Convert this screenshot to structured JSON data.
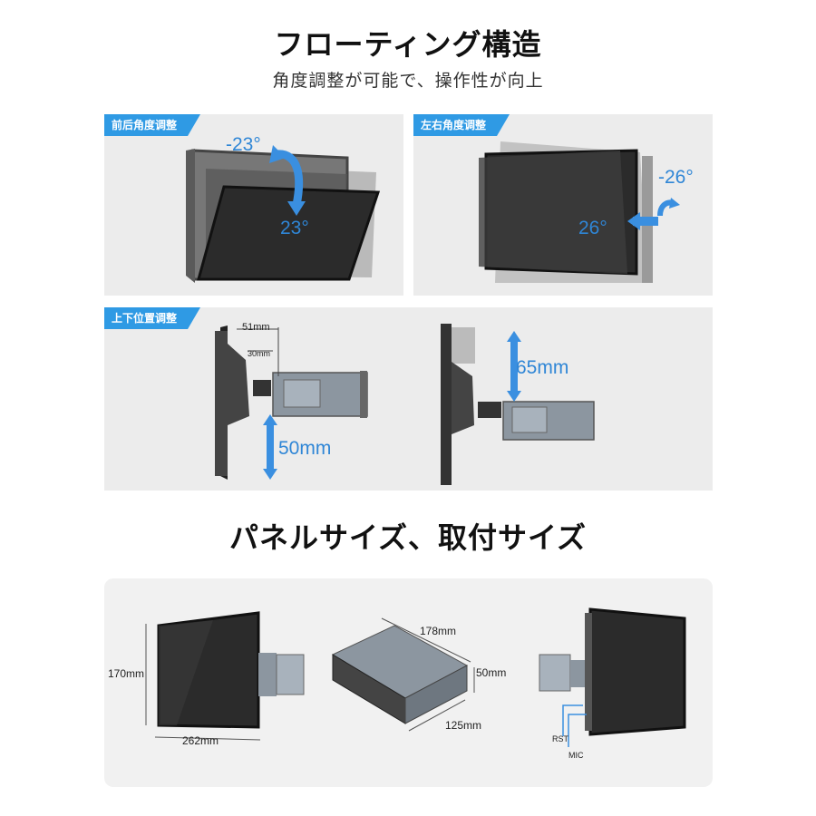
{
  "section1": {
    "title": "フローティング構造",
    "subtitle": "角度調整が可能で、操作性が向上"
  },
  "panels": {
    "tilt": {
      "tag": "前后角度调整",
      "angle_up": "-23°",
      "angle_down": "23°"
    },
    "swivel": {
      "tag": "左右角度调整",
      "angle_left": "26°",
      "angle_right": "-26°"
    },
    "height": {
      "tag": "上下位置调整",
      "offset_outer": "51mm",
      "offset_inner": "30mm",
      "down_travel": "50mm",
      "up_travel": "65mm"
    }
  },
  "section2": {
    "title": "パネルサイズ、取付サイズ"
  },
  "dimensions": {
    "panel_height": "170mm",
    "panel_width": "262mm",
    "chassis_length": "178mm",
    "chassis_height": "50mm",
    "chassis_depth": "125mm",
    "label_rst": "RST",
    "label_mic": "MIC"
  },
  "colors": {
    "accent": "#2f9ae4",
    "arrow": "#3a8fe0",
    "screen": "#2b2b2b",
    "panel_bg": "#ececec"
  }
}
